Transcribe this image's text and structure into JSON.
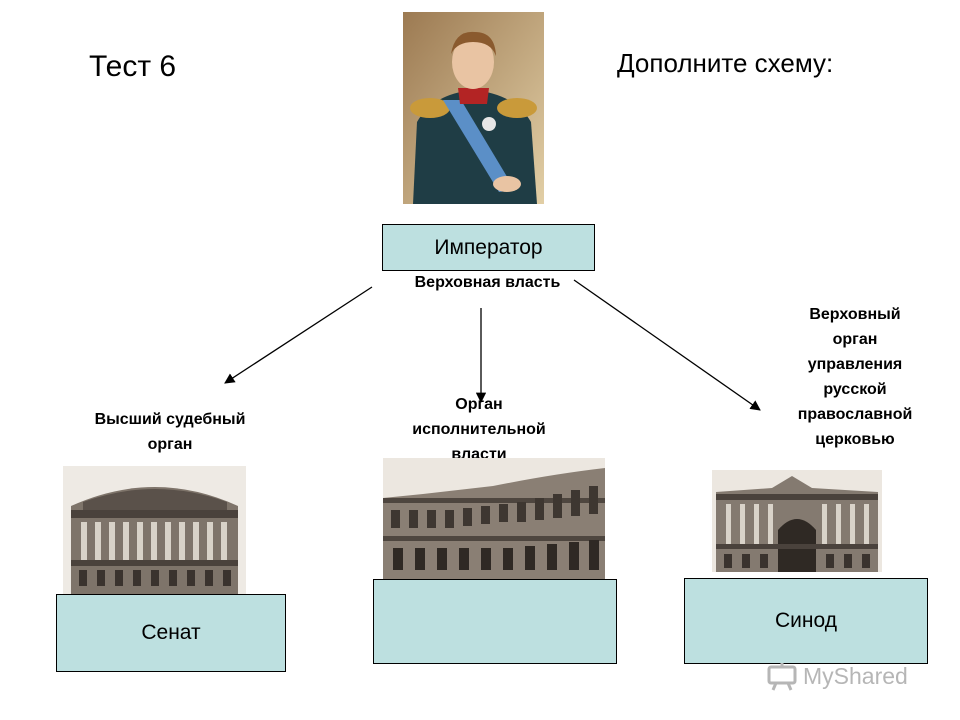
{
  "header": {
    "test_title": "Тест 6",
    "task": "Дополните схему:"
  },
  "nodes": {
    "emperor": {
      "label": "Император",
      "caption": "Верховная власть"
    },
    "senate": {
      "label": "Сенат",
      "caption": "Высший судебный\nорган"
    },
    "executive": {
      "label": "",
      "caption": "Орган\nисполнительной\nвласти"
    },
    "synod": {
      "label": "Синод",
      "caption": "Верховный\nорган\nуправления\nрусской\nправославной\nцерковью"
    }
  },
  "colors": {
    "box_fill": "#bde0e0",
    "box_border": "#000000",
    "arrow": "#000000"
  },
  "images": {
    "portrait": "portrait of the emperor in uniform",
    "senate_building": "senate building engraving",
    "executive_building": "ministry building engraving",
    "synod_building": "synod building engraving"
  },
  "watermark": {
    "text": "MyShared"
  }
}
